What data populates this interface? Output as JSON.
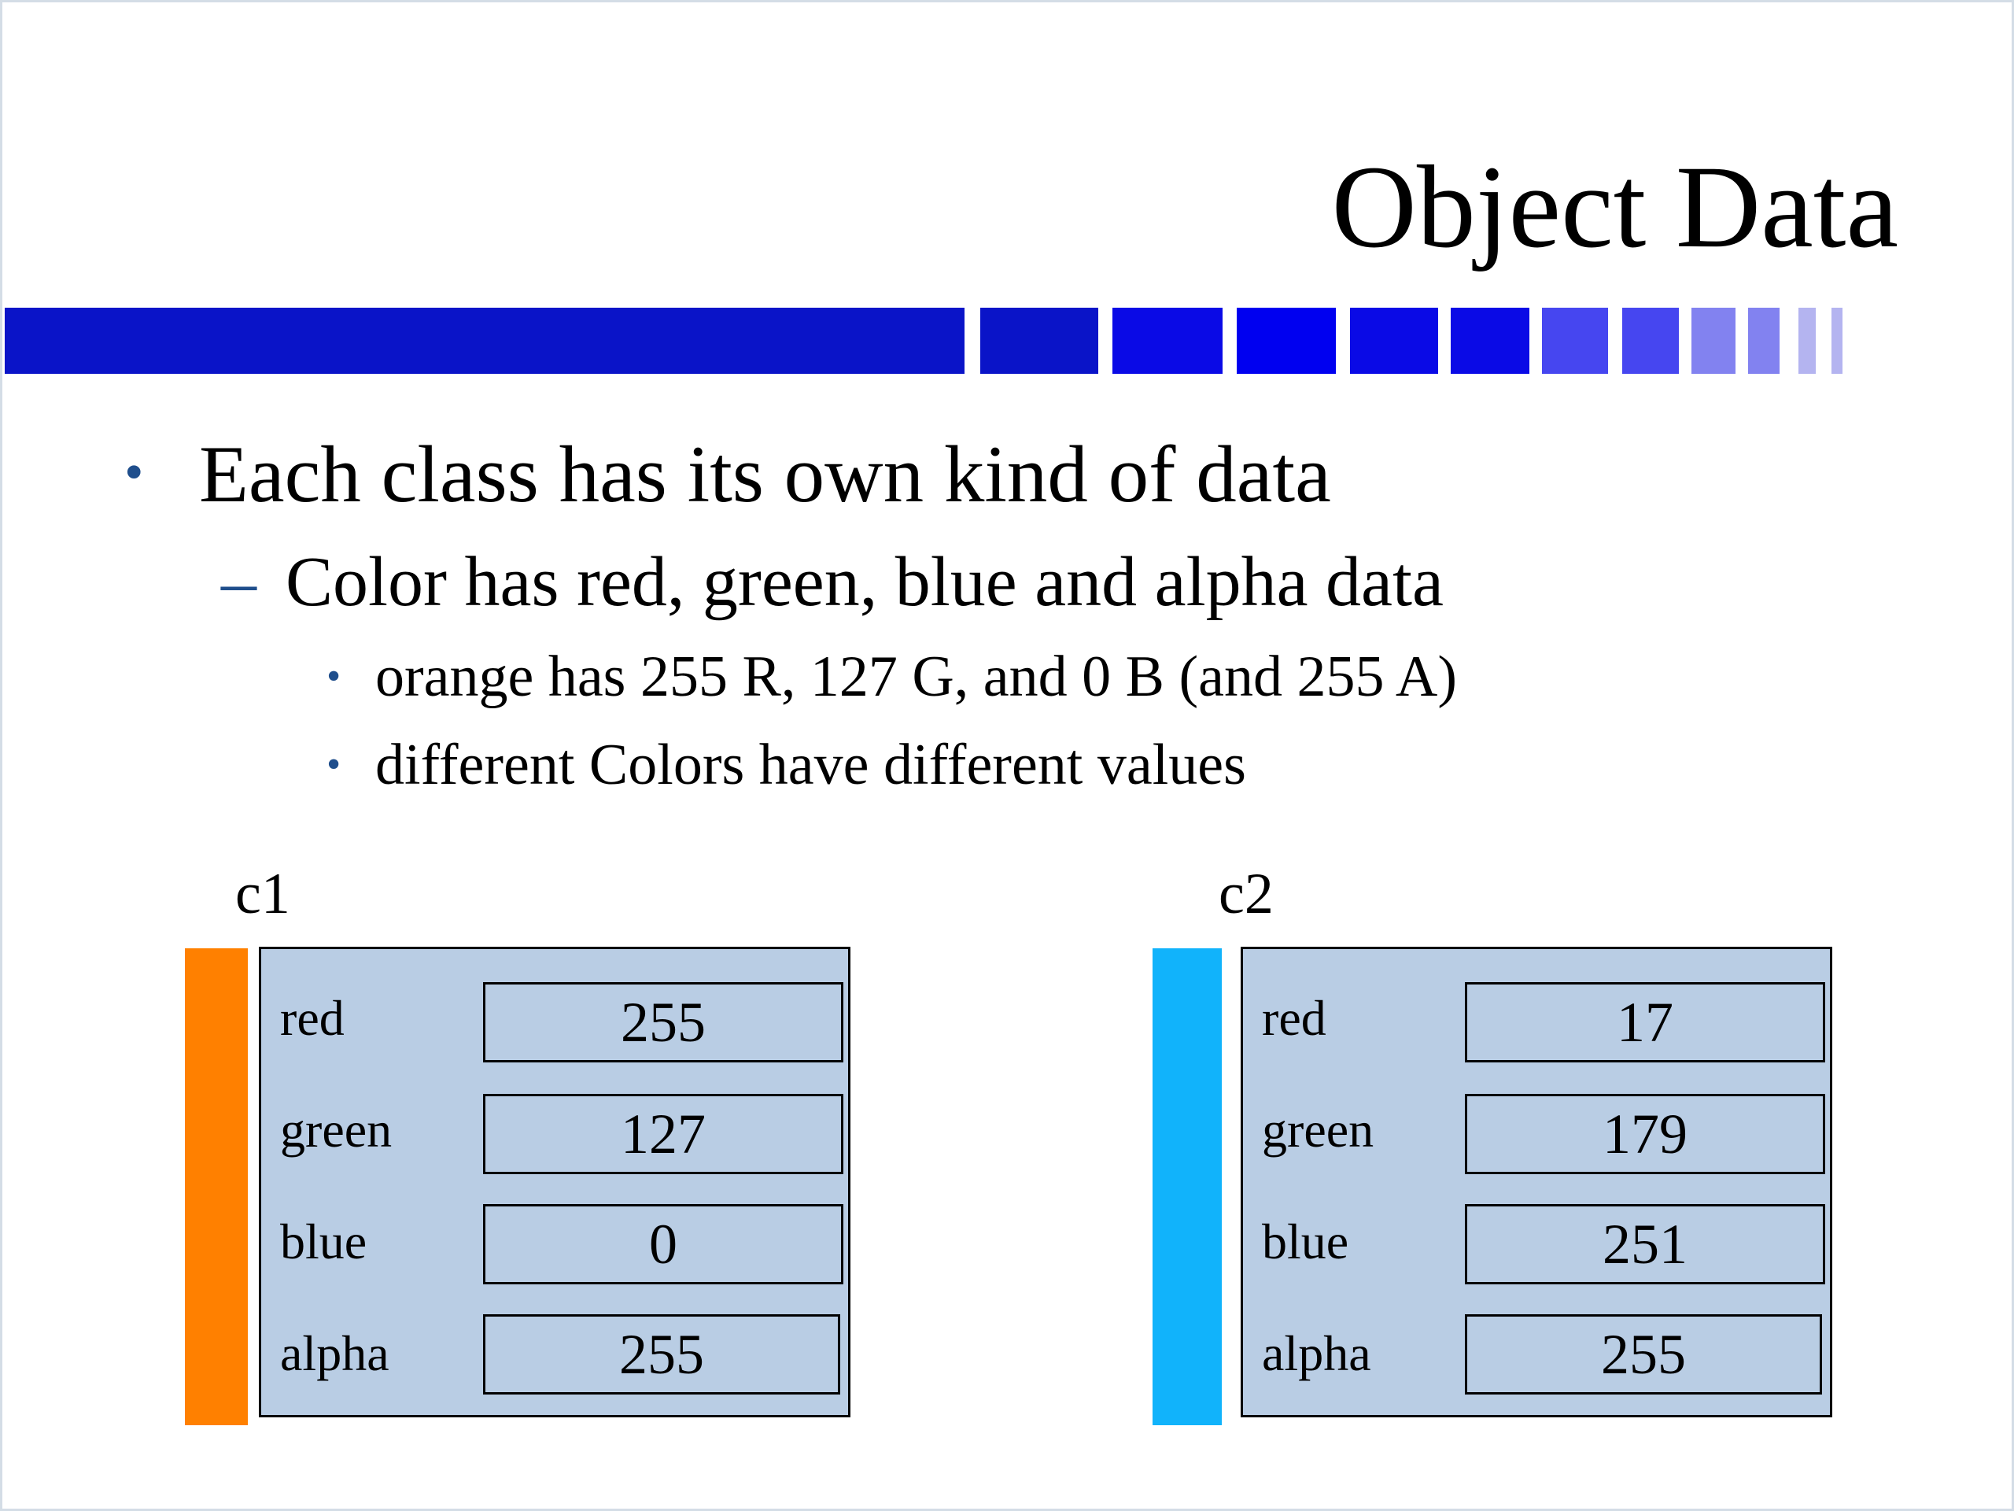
{
  "slide": {
    "title": "Object Data",
    "bullets": {
      "level1": "Each class has its own kind of data",
      "level2": "Color has red, green, blue and alpha data",
      "level3": [
        "orange has 255 R, 127 G, and 0 B (and 255 A)",
        "different Colors have different values"
      ]
    },
    "bullet_marks": {
      "level1": "•",
      "level2": "–",
      "level3": "•"
    },
    "title_bar_colors": [
      "#0a14c8",
      "#0a14c8",
      "#0a0ae6",
      "#0000f0",
      "#0a0ae6",
      "#0a0ae6",
      "#4646f0",
      "#4646f0",
      "#8282f0",
      "#8282f0",
      "#b4b4f0",
      "#b4b4f0"
    ]
  },
  "objects": [
    {
      "label": "c1",
      "swatch_color": "#ff8000",
      "fields": [
        {
          "name": "red",
          "value": "255"
        },
        {
          "name": "green",
          "value": "127"
        },
        {
          "name": "blue",
          "value": "0"
        },
        {
          "name": "alpha",
          "value": "255"
        }
      ]
    },
    {
      "label": "c2",
      "swatch_color": "#11b3fb",
      "fields": [
        {
          "name": "red",
          "value": "17"
        },
        {
          "name": "green",
          "value": "179"
        },
        {
          "name": "blue",
          "value": "251"
        },
        {
          "name": "alpha",
          "value": "255"
        }
      ]
    }
  ]
}
